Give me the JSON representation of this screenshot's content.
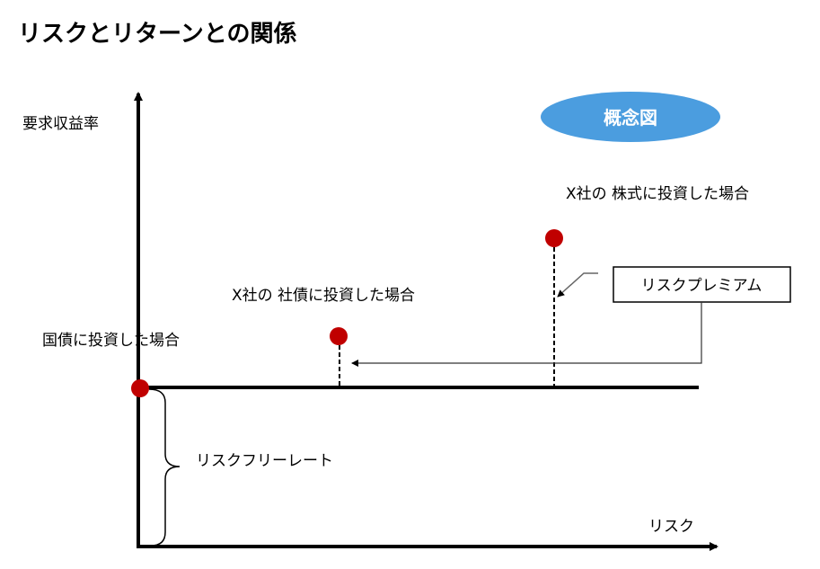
{
  "title": "リスクとリターンとの関係",
  "badge": {
    "label": "概念図",
    "color": "#4b9ddf"
  },
  "axes": {
    "y_label": "要求収益率",
    "x_label": "リスク"
  },
  "points": [
    {
      "label": "国債に投資した場合"
    },
    {
      "label": "X社の 社債に投資した場合"
    },
    {
      "label": "X社の 株式に投資した場合"
    }
  ],
  "callout": {
    "label": "リスクプレミアム"
  },
  "brace": {
    "label": "リスクフリーレート"
  },
  "colors": {
    "point": "#c00000",
    "line": "#000000"
  }
}
